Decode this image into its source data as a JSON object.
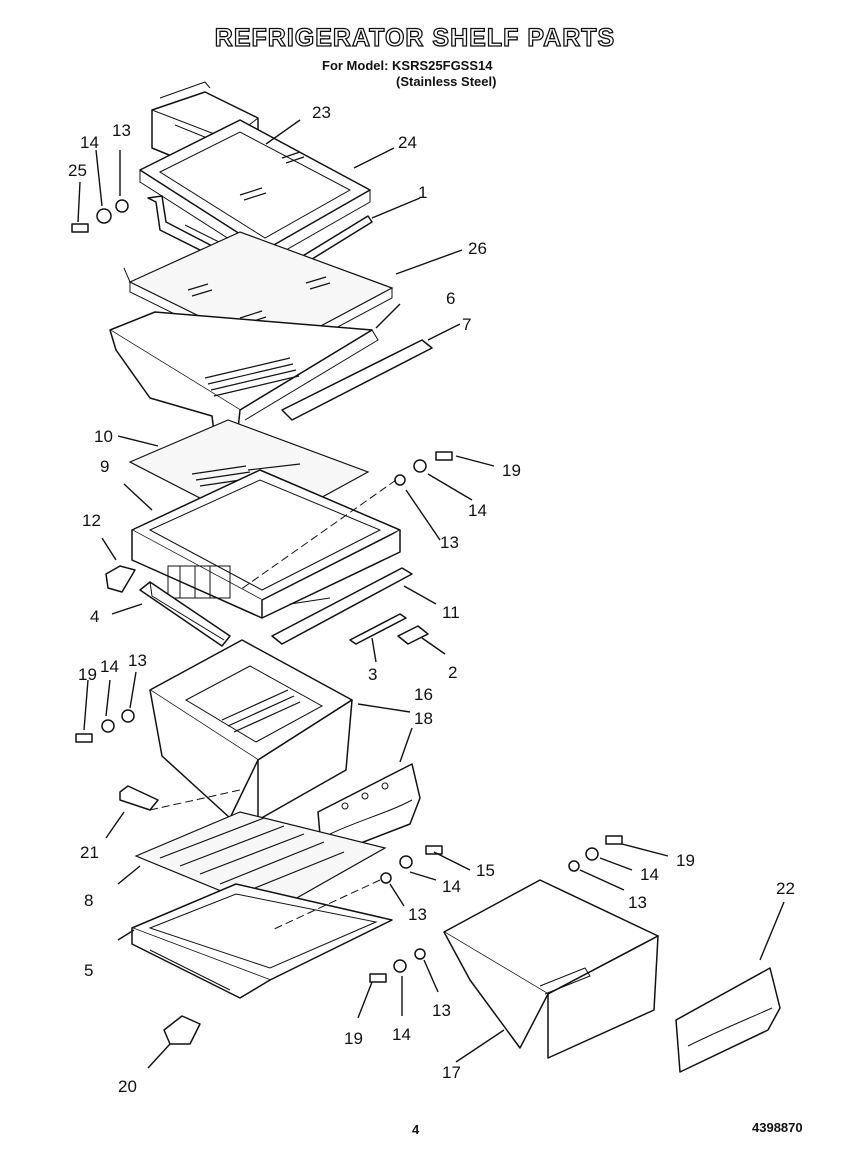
{
  "header": {
    "title": "REFRIGERATOR SHELF PARTS",
    "model_line": "For Model: KSRS25FGSS14",
    "finish_line": "(Stainless Steel)"
  },
  "footer": {
    "page_number": "4",
    "doc_number": "4398870"
  },
  "callouts": [
    "1",
    "2",
    "3",
    "4",
    "5",
    "6",
    "7",
    "8",
    "9",
    "10",
    "11",
    "12",
    "13",
    "14",
    "15",
    "16",
    "17",
    "18",
    "19",
    "20",
    "21",
    "22",
    "23",
    "24",
    "25",
    "26"
  ],
  "repeated_callouts": {
    "c13": "13",
    "c14": "14",
    "c19": "19"
  }
}
